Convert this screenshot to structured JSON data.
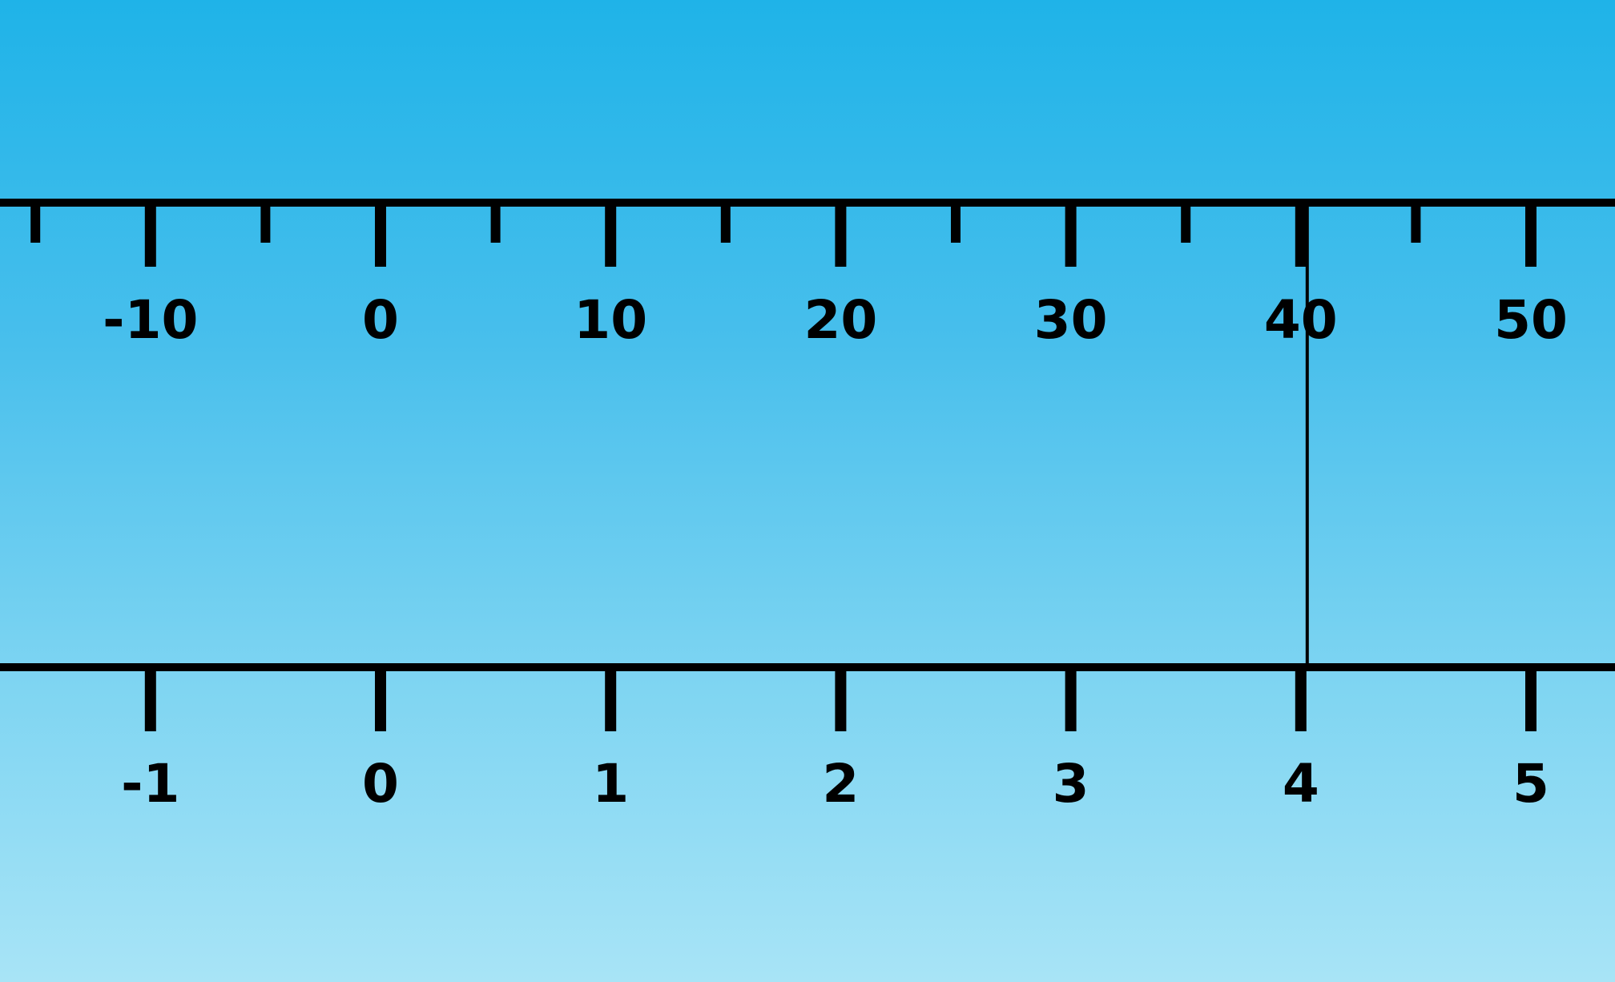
{
  "top_scale": {
    "min": -15,
    "max": 55,
    "major_ticks": [
      -10,
      0,
      10,
      20,
      30,
      40,
      50
    ],
    "minor_ticks": [
      -15,
      -5,
      5,
      15,
      25,
      35,
      45
    ],
    "labels": [
      "-10",
      "0",
      "10",
      "20",
      "30",
      "40",
      "50"
    ]
  },
  "bottom_scale": {
    "major_ticks": [
      -1,
      0,
      1,
      2,
      3,
      4,
      5
    ],
    "labels": [
      "-1",
      "0",
      "1",
      "2",
      "3",
      "4",
      "5"
    ]
  },
  "connector_value": 4,
  "colors": {
    "background_top": "#1fb3e8",
    "background_bottom": "#a8e4f6",
    "ink": "#000000"
  }
}
